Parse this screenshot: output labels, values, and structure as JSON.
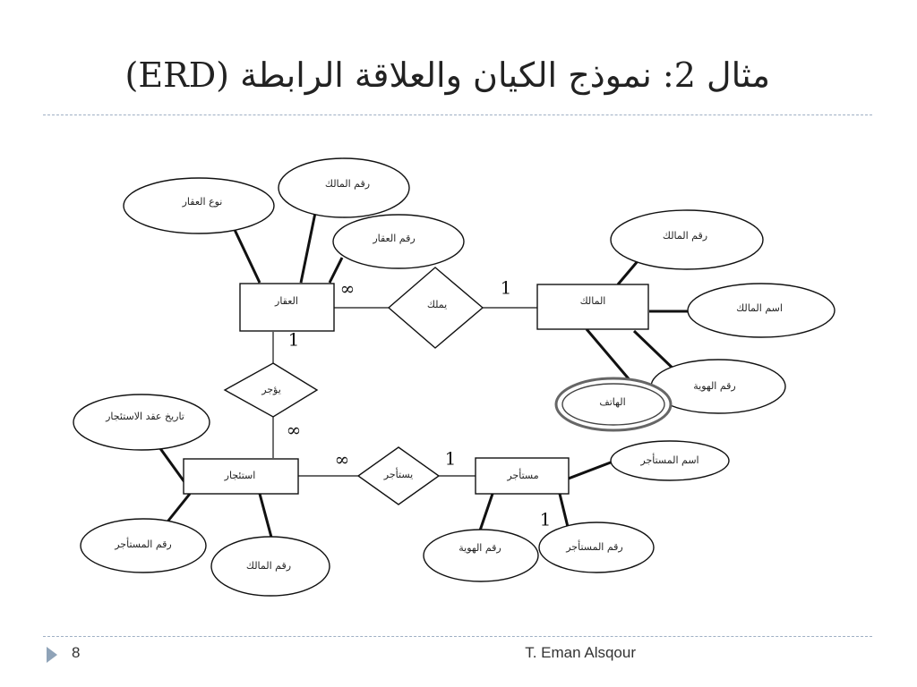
{
  "slide": {
    "title": "مثال 2: نموذج الكيان والعلاقة الرابطة (ERD)",
    "page_number": "8",
    "author": "T. Eman Alsqour"
  },
  "diagram": {
    "entities": {
      "property": "العقار",
      "owner": "المالك",
      "rental": "استئجار",
      "tenant": "مستأجر"
    },
    "relationships": {
      "owns": "يملك",
      "rented": "يؤجر",
      "rents": "يستأجر"
    },
    "attributes": {
      "property_type": "نوع العقار",
      "property_owner_no": "رقم المالك",
      "property_no": "رقم العقار",
      "owner_no": "رقم المالك",
      "owner_name": "اسم المالك",
      "owner_id": "رقم الهوية",
      "owner_phone": "الهاتف",
      "rental_date": "تاريخ عقد الاستئجار",
      "rental_tenant_no": "رقم المستأجر",
      "rental_owner_no": "رقم المالك",
      "tenant_name": "اسم المستأجر",
      "tenant_id": "رقم الهوية",
      "tenant_no": "رقم المستأجر"
    },
    "cardinalities": {
      "property_owns": "∞",
      "owner_owns": "1",
      "property_rented": "1",
      "rental_rented": "∞",
      "rental_rents": "∞",
      "tenant_rents": "1",
      "tenant_attr": "1"
    }
  }
}
